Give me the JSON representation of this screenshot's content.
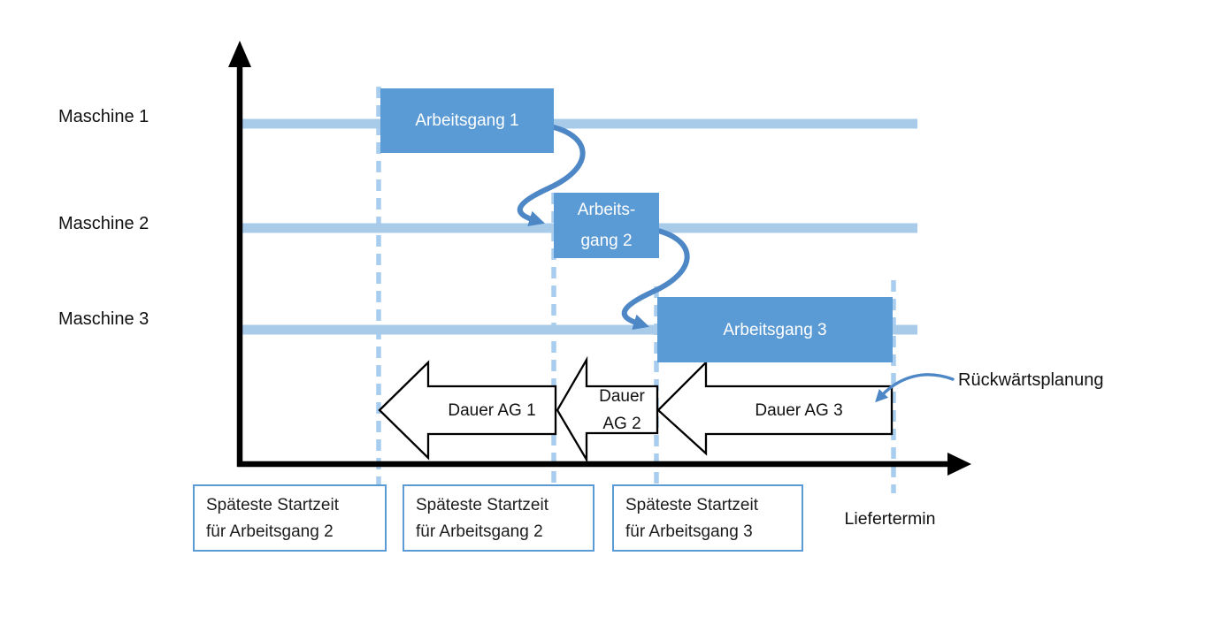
{
  "title": "Rückwärtsplanung scheduling diagram",
  "colors": {
    "operation_box_fill": "#5B9BD5",
    "operation_box_text": "#FFFFFF",
    "machine_line": "#A9CBEA",
    "dashed_line": "#A8CDEE",
    "flow_arrow": "#4E87C6",
    "duration_arrow_fill": "#FFFFFF",
    "duration_arrow_outline": "#000000",
    "axis": "#000000",
    "start_box_border": "#5B9BD5",
    "text": "#111111"
  },
  "machines": [
    {
      "label": "Maschine 1"
    },
    {
      "label": "Maschine 2"
    },
    {
      "label": "Maschine 3"
    }
  ],
  "operations": [
    {
      "lines": [
        "Arbeitsgang 1"
      ]
    },
    {
      "lines": [
        "Arbeits-",
        "gang 2"
      ]
    },
    {
      "lines": [
        "Arbeitsgang 3"
      ]
    }
  ],
  "durations": [
    {
      "lines": [
        "Dauer AG 1"
      ]
    },
    {
      "lines": [
        "Dauer",
        "AG 2"
      ]
    },
    {
      "lines": [
        "Dauer AG 3"
      ]
    }
  ],
  "start_labels": [
    {
      "line1": "Späteste Startzeit",
      "line2": "für Arbeitsgang 2"
    },
    {
      "line1": "Späteste Startzeit",
      "line2": "für Arbeitsgang 2"
    },
    {
      "line1": "Späteste Startzeit",
      "line2": "für Arbeitsgang 3"
    }
  ],
  "delivery_label": "Liefertermin",
  "annotation_label": "Rückwärtsplanung"
}
